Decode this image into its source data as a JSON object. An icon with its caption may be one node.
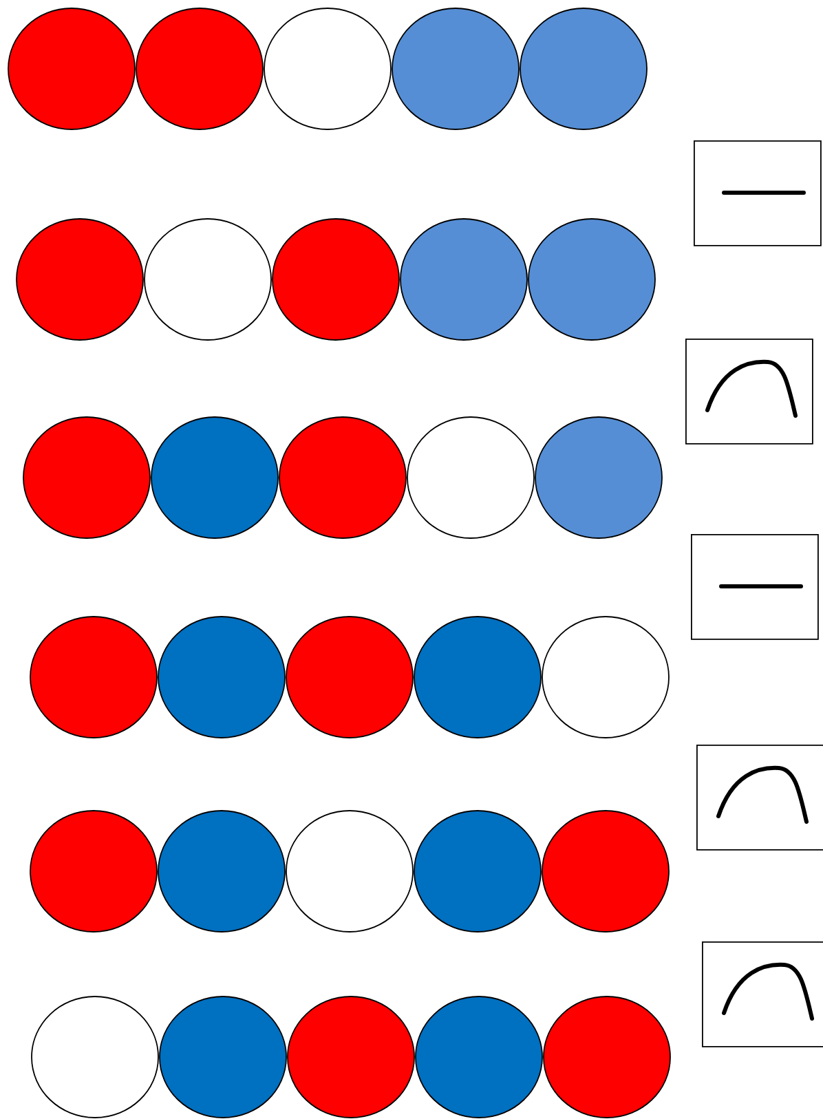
{
  "diagram": {
    "nodes": [
      {
        "text": [],
        "shape": "circle"
      },
      {
        "text": [],
        "shape": "circle"
      },
      {
        "text": [],
        "shape": "circle"
      },
      {
        "text": [],
        "shape": "circle"
      },
      {
        "text": [],
        "shape": "circle"
      },
      {
        "text": [],
        "shape": "box"
      },
      {
        "text": [],
        "shape": "line",
        "in": 5
      },
      {
        "text": [],
        "shape": "circle"
      },
      {
        "text": [],
        "shape": "circle"
      },
      {
        "text": [],
        "shape": "circle"
      },
      {
        "text": [],
        "shape": "circle"
      },
      {
        "text": [],
        "shape": "circle"
      },
      {
        "text": [],
        "shape": "box"
      },
      {
        "text": [],
        "shape": "arc",
        "in": 12
      },
      {
        "text": [],
        "shape": "circle"
      },
      {
        "text": [],
        "shape": "circle"
      },
      {
        "text": [],
        "shape": "circle"
      },
      {
        "text": [],
        "shape": "circle"
      },
      {
        "text": [],
        "shape": "circle"
      },
      {
        "text": [],
        "shape": "box"
      },
      {
        "text": [],
        "shape": "line",
        "in": 19
      },
      {
        "text": [],
        "shape": "circle"
      },
      {
        "text": [],
        "shape": "circle"
      },
      {
        "text": [],
        "shape": "circle"
      },
      {
        "text": [],
        "shape": "circle"
      },
      {
        "text": [],
        "shape": "circle"
      },
      {
        "text": [],
        "shape": "box"
      },
      {
        "text": [],
        "shape": "arc",
        "in": 26
      },
      {
        "text": [],
        "shape": "circle"
      },
      {
        "text": [],
        "shape": "circle"
      },
      {
        "text": [],
        "shape": "circle"
      },
      {
        "text": [],
        "shape": "circle"
      },
      {
        "text": [],
        "shape": "circle"
      },
      {
        "text": [],
        "shape": "box"
      },
      {
        "text": [],
        "shape": "arc",
        "in": 33
      },
      {
        "text": [],
        "shape": "circle"
      },
      {
        "text": [],
        "shape": "circle"
      },
      {
        "text": [],
        "shape": "circle"
      },
      {
        "text": [],
        "shape": "circle"
      },
      {
        "text": [],
        "shape": "circle"
      }
    ]
  }
}
